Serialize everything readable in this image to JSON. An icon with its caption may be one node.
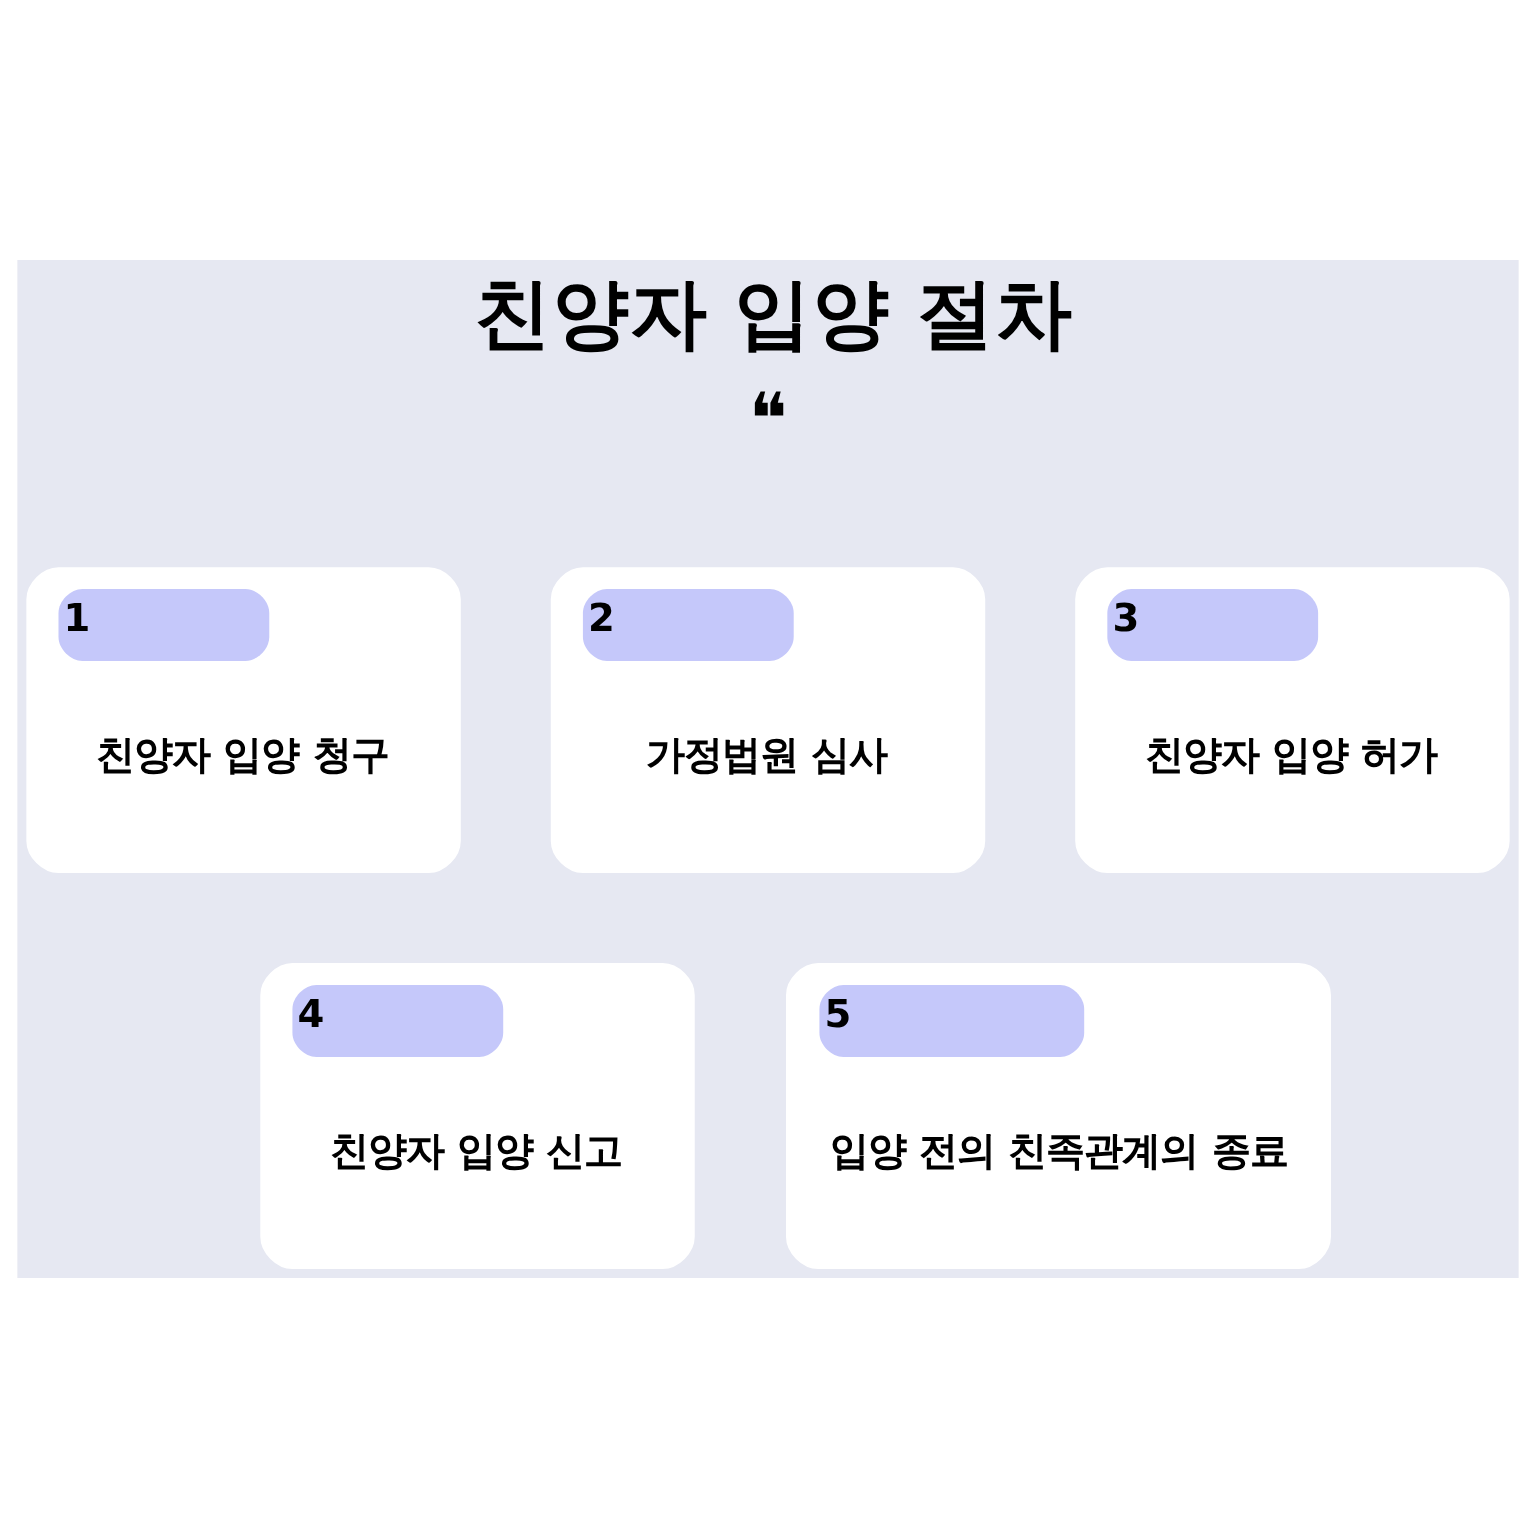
{
  "diagram": {
    "title": "친양자 입양 절차",
    "nodes": [
      {
        "text": [
          "1",
          "친양자 입양 청구"
        ]
      },
      {
        "text": [
          "2",
          "가정법원 심사"
        ]
      },
      {
        "text": [
          "3",
          "친양자 입양 허가"
        ]
      },
      {
        "text": [
          "4",
          "친양자 입양 신고"
        ]
      },
      {
        "text": [
          "5",
          "입양 전의 친족관계의 종료"
        ]
      }
    ],
    "labels": [
      "❝"
    ]
  }
}
